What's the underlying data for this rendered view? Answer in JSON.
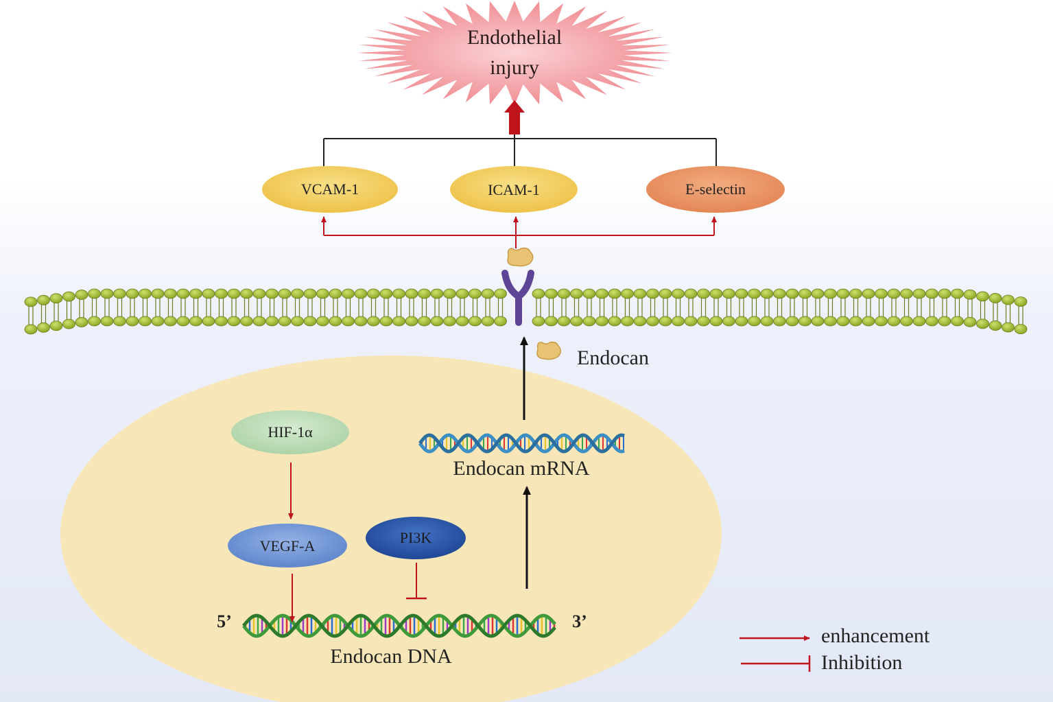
{
  "outcome": {
    "line1": "Endothelial",
    "line2": "injury"
  },
  "adhesion_molecules": [
    "VCAM-1",
    "ICAM-1",
    "E-selectin"
  ],
  "ligand_label": "Endocan",
  "nucleus": {
    "mrna_label": "Endocan mRNA",
    "dna_label": "Endocan DNA",
    "five_prime": "5’",
    "three_prime": "3’",
    "factors": {
      "hif": "HIF-1α",
      "vegf": "VEGF-A",
      "pi3k": "PI3K"
    }
  },
  "legend": {
    "enhancement": "enhancement",
    "inhibition": "Inhibition"
  },
  "colors": {
    "starburst": "#f4a4a8",
    "enhancement_arrow": "#c0141c",
    "vcam": "#f2cc55",
    "icam": "#f2cc55",
    "eselectin": "#e98f60",
    "hif": "#bcdcb6",
    "vegf": "#6f93d3",
    "pi3k": "#2a55a8",
    "nucleus": "#f7e6b7",
    "membrane": "#9cb82e",
    "receptor": "#5d4494",
    "endocan_molecule": "#e8c373"
  }
}
